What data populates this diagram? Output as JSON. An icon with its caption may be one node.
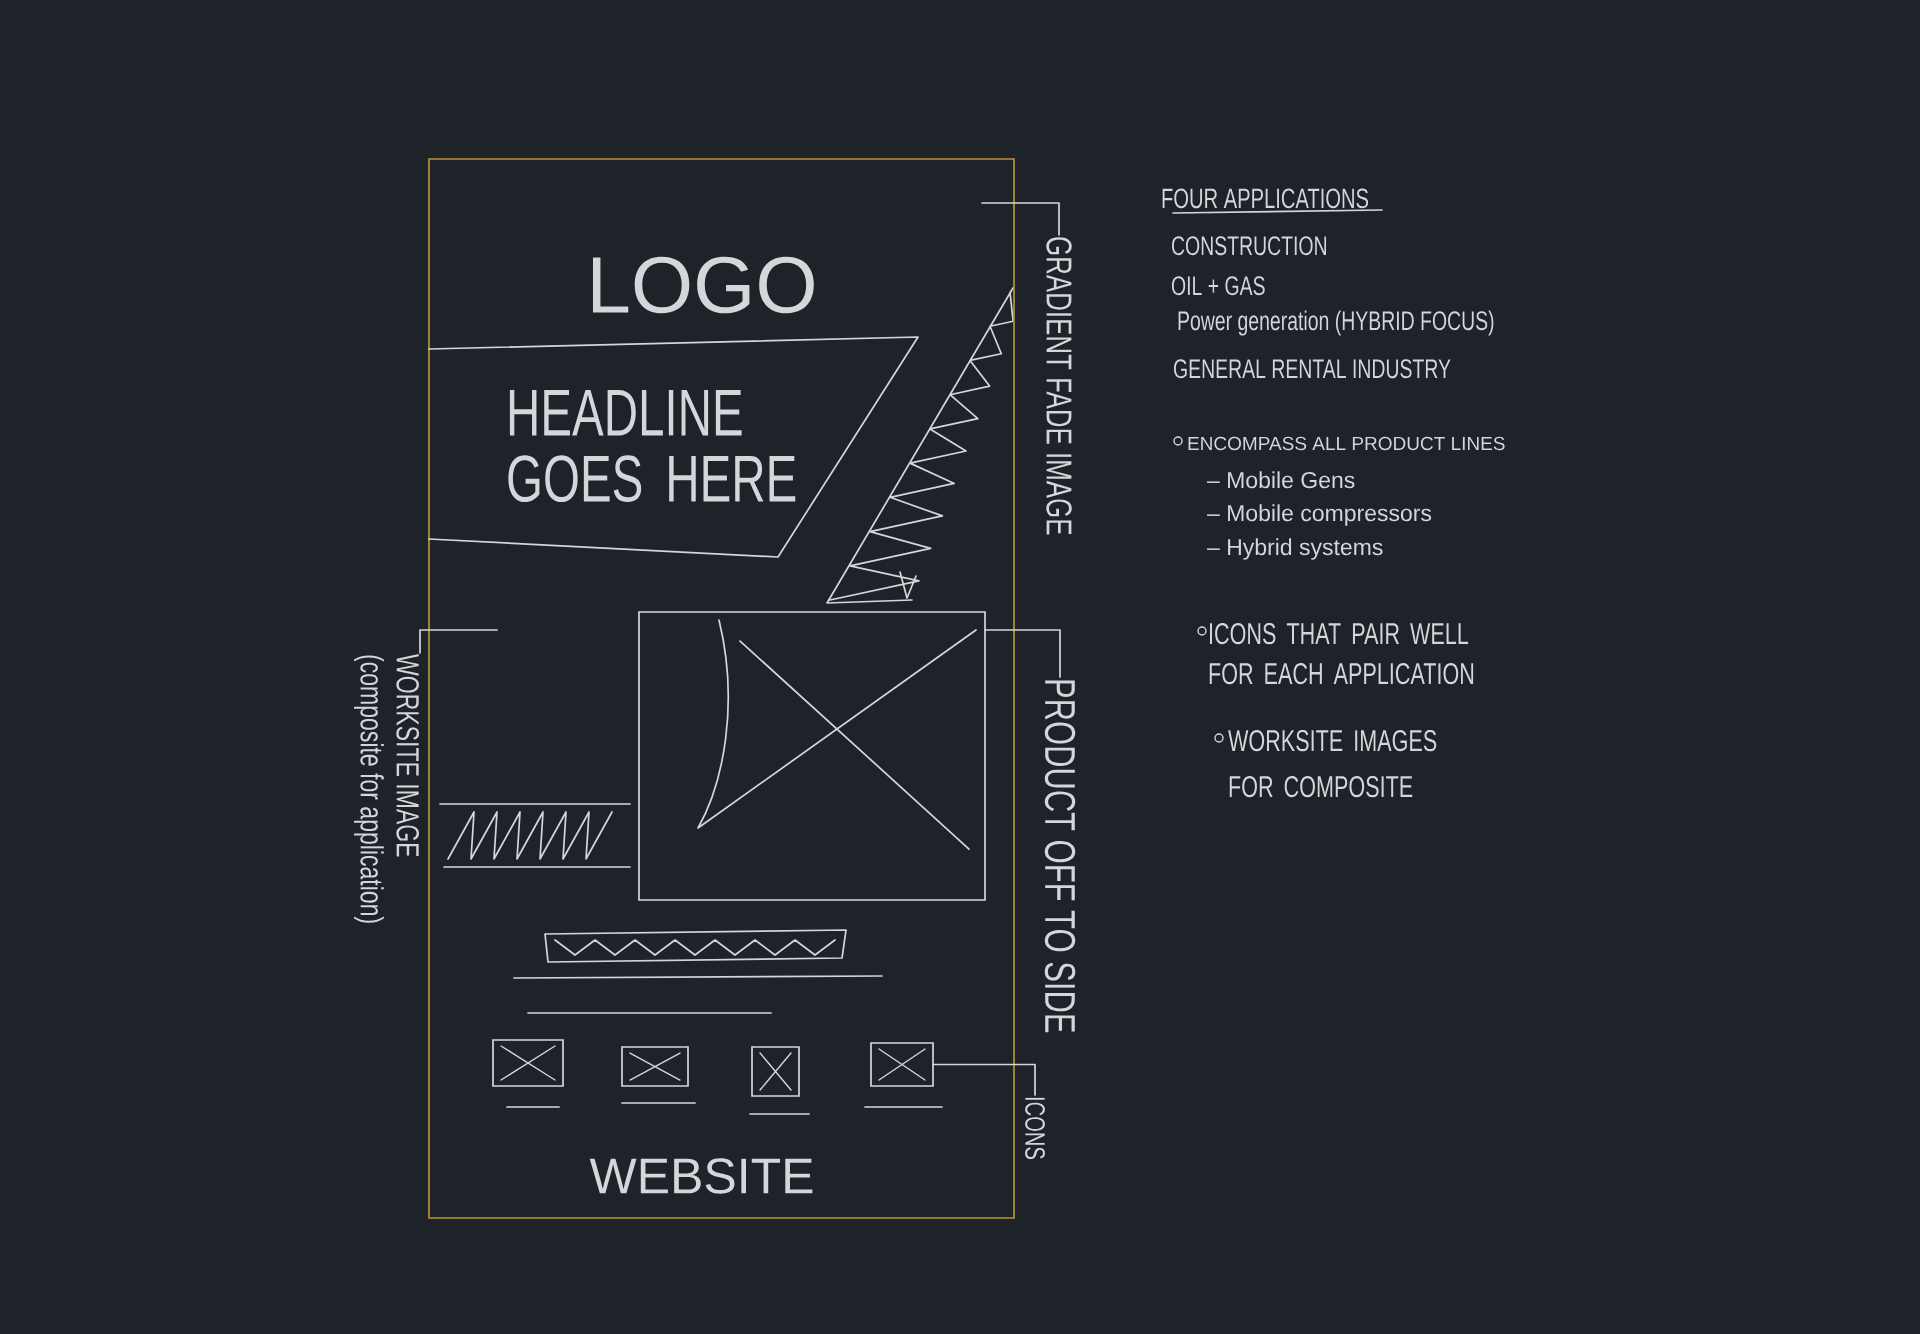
{
  "diagram": {
    "nodes": [
      {
        "text": [
          "WEBSITE"
        ]
      },
      {
        "text": [
          "HEADLINE GOES HERE"
        ],
        "in": 0
      },
      {
        "text": [
          "GRADIENT FADE IMAGE"
        ]
      },
      {
        "text": [],
        "shape": "box",
        "in": 0
      },
      {
        "text": [
          "PRODUCT OFF TO SIDE"
        ]
      },
      {
        "text": [
          "WORKSITE IMAGE",
          "(composite for application)"
        ]
      },
      {
        "text": [],
        "shape": "box",
        "in": 0
      },
      {
        "text": [],
        "shape": "box",
        "in": 0
      },
      {
        "text": [],
        "shape": "box",
        "in": 0
      },
      {
        "text": [],
        "shape": "box",
        "in": 0
      },
      {
        "text": [
          "ICONS"
        ]
      }
    ],
    "edges": [
      {
        "from": 2,
        "to": null,
        "arrow": "none"
      },
      {
        "from": 4,
        "to": 3,
        "arrow": "none"
      },
      {
        "from": 5,
        "to": null,
        "arrow": "none"
      },
      {
        "from": 10,
        "to": 9,
        "arrow": "none"
      }
    ],
    "labels": [
      "LOGO",
      "FOUR APPLICATIONS",
      "CONSTRUCTION",
      "OIL + GAS",
      "Power generation (HYBRID FOCUS)",
      "GENERAL RENTAL INDUSTRY",
      "ENCOMPASS ALL PRODUCT LINES",
      "– Mobile Gens",
      "– Mobile compressors",
      "– Hybrid systems",
      "ICONS THAT PAIR WELL FOR EACH APPLICATION",
      "WORKSITE IMAGES FOR COMPOSITE"
    ]
  }
}
